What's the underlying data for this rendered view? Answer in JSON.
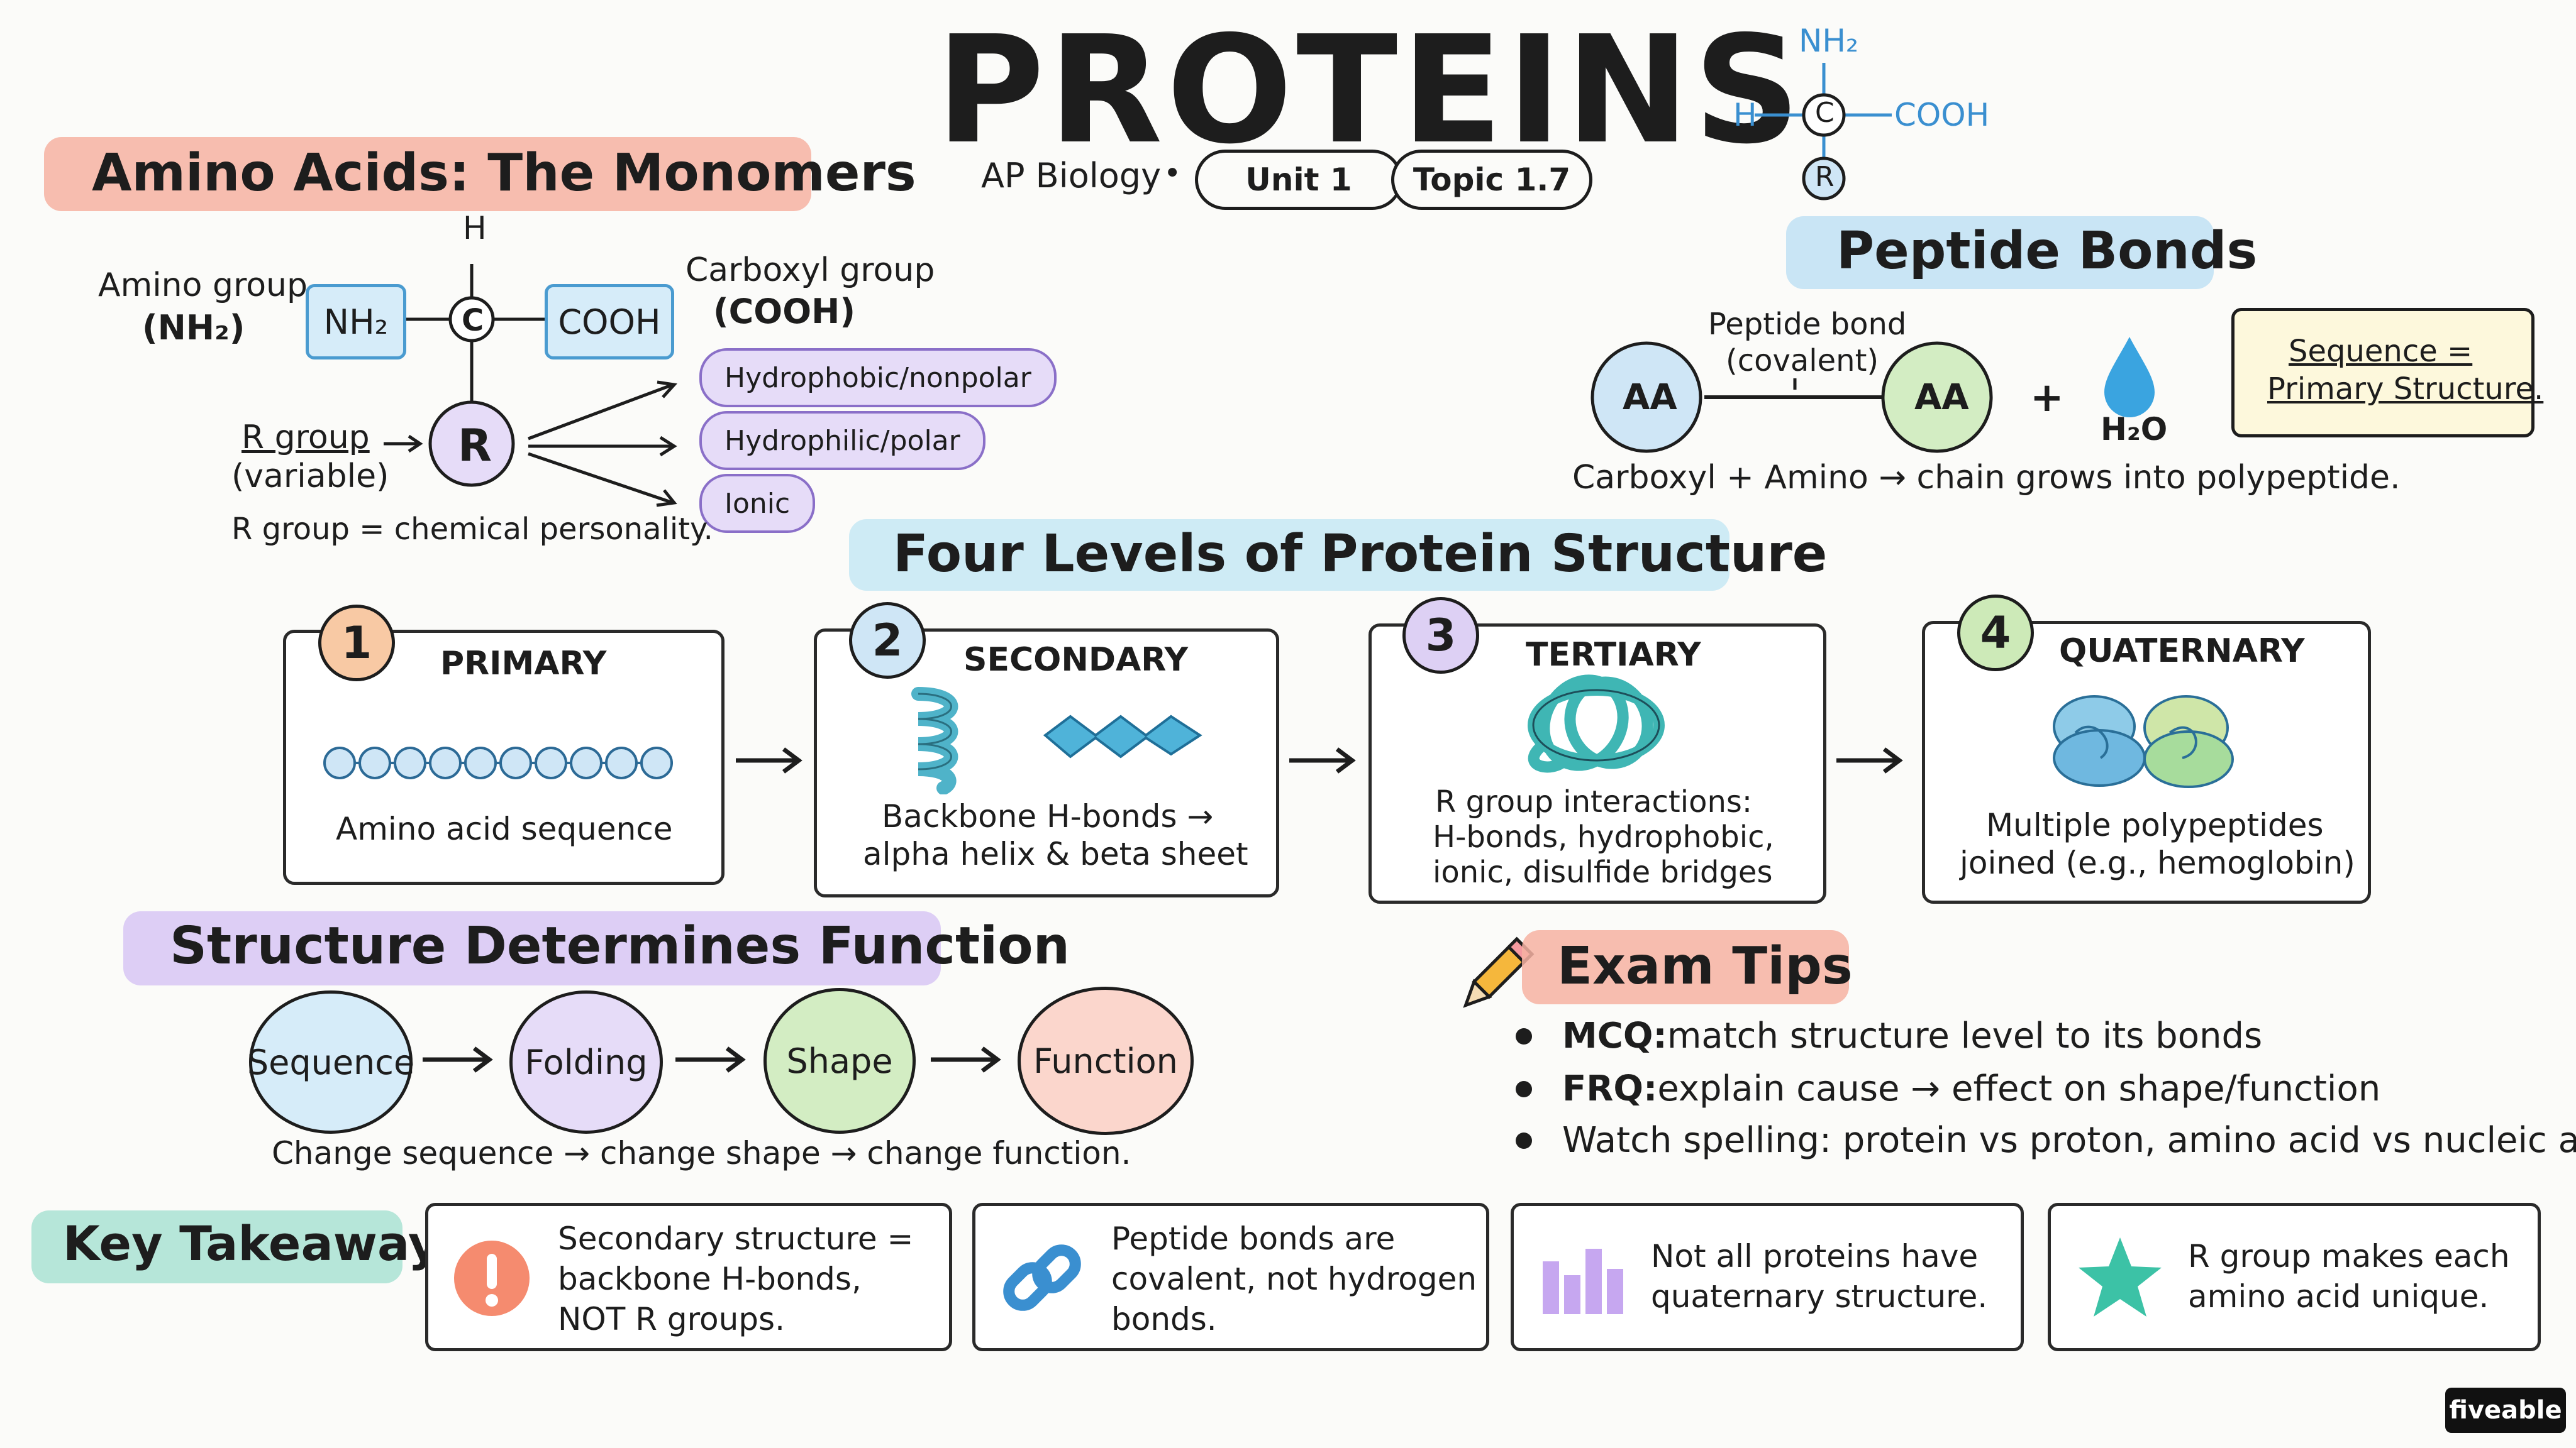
{
  "title": "PROTEINS",
  "subtitle": {
    "course": "AP Biology",
    "sep": "•",
    "unit": "Unit 1",
    "topic": "Topic 1.7"
  },
  "corner_structure": {
    "top": "NH₂",
    "left": "H",
    "center": "C",
    "right": "COOH",
    "bottom": "R"
  },
  "amino_acids": {
    "heading": "Amino Acids: The Monomers",
    "h_label": "H",
    "amino_label_1": "Amino group",
    "amino_label_2": "(NH₂)",
    "nh2": "NH₂",
    "c": "C",
    "cooh": "COOH",
    "carboxyl_label_1": "Carboxyl group",
    "carboxyl_label_2": "(COOH)",
    "r": "R",
    "r_group_label": "R group",
    "r_group_variable": "(variable)",
    "tags": [
      "Hydrophobic/nonpolar",
      "Hydrophilic/polar",
      "Ionic"
    ],
    "caption": "R group = chemical personality."
  },
  "peptide_bonds": {
    "heading": "Peptide Bonds",
    "bond_label_1": "Peptide bond",
    "bond_label_2": "(covalent)",
    "aa1": "AA",
    "aa2": "AA",
    "plus": "+",
    "water": "H₂O",
    "note_1": "Sequence =",
    "note_2": "Primary Structure.",
    "caption": "Carboxyl + Amino → chain grows into polypeptide."
  },
  "four_levels": {
    "heading": "Four Levels of Protein Structure",
    "levels": [
      {
        "num": "1",
        "name": "PRIMARY",
        "desc_1": "Amino acid sequence",
        "desc_2": "",
        "desc_3": "",
        "color": "#f8c9a4"
      },
      {
        "num": "2",
        "name": "SECONDARY",
        "desc_1": "Backbone H-bonds →",
        "desc_2": "alpha helix & beta sheet",
        "desc_3": "",
        "color": "#cfe6f6"
      },
      {
        "num": "3",
        "name": "TERTIARY",
        "desc_1": "R group interactions:",
        "desc_2": "H-bonds, hydrophobic,",
        "desc_3": "ionic, disulfide bridges",
        "color": "#ddd0f4"
      },
      {
        "num": "4",
        "name": "QUATERNARY",
        "desc_1": "Multiple polypeptides",
        "desc_2": "joined (e.g., hemoglobin)",
        "desc_3": "",
        "color": "#cdeab8"
      }
    ]
  },
  "structure_function": {
    "heading": "Structure Determines Function",
    "steps": [
      {
        "label": "Sequence",
        "color": "#d6ecf9"
      },
      {
        "label": "Folding",
        "color": "#e6dcf8"
      },
      {
        "label": "Shape",
        "color": "#d3edc3"
      },
      {
        "label": "Function",
        "color": "#fbd6cc"
      }
    ],
    "caption": "Change sequence → change shape → change function."
  },
  "exam_tips": {
    "heading": "Exam Tips",
    "tips": [
      {
        "bold": "MCQ:",
        "text": " match structure level to its bonds"
      },
      {
        "bold": "FRQ:",
        "text": " explain cause → effect on shape/function"
      },
      {
        "bold": "",
        "text": "Watch spelling: protein vs proton, amino acid vs nucleic acid"
      }
    ]
  },
  "key_takeaways": {
    "heading": "Key Takeaways",
    "items": [
      {
        "icon": "exclamation-icon",
        "line1": "Secondary structure =",
        "line2": "backbone H-bonds,",
        "line3": "NOT R groups."
      },
      {
        "icon": "link-icon",
        "line1": "Peptide bonds are",
        "line2": "covalent, not hydrogen",
        "line3": "bonds."
      },
      {
        "icon": "bar-chart-icon",
        "line1": "Not all proteins have",
        "line2": "quaternary structure.",
        "line3": ""
      },
      {
        "icon": "star-icon",
        "line1": "R group makes each",
        "line2": "amino acid unique.",
        "line3": ""
      }
    ]
  },
  "brand": "fiveable",
  "colors": {
    "peach": "#f6b1a2",
    "blue": "#bfe1f5",
    "purple": "#d7c6f5",
    "green": "#c8eab6",
    "teal": "#6fcdcf",
    "accent_blue": "#3a8fd0"
  }
}
